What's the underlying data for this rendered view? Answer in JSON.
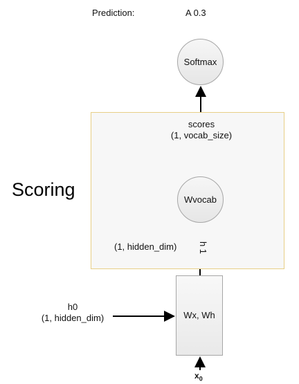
{
  "prediction": {
    "label": "Prediction:",
    "value": "A 0.3"
  },
  "section_label": "Scoring",
  "nodes": {
    "softmax": "Softmax",
    "wvocab": "Wvocab",
    "wx_wh": "Wx, Wh"
  },
  "scores": {
    "name": "scores",
    "shape": "(1, vocab_size)"
  },
  "hidden_shape": "(1, hidden_dim)",
  "h1": "h 1",
  "h0": {
    "name": "h0",
    "shape": "(1, hidden_dim)"
  },
  "x0": {
    "base": "x",
    "sub": "0"
  }
}
